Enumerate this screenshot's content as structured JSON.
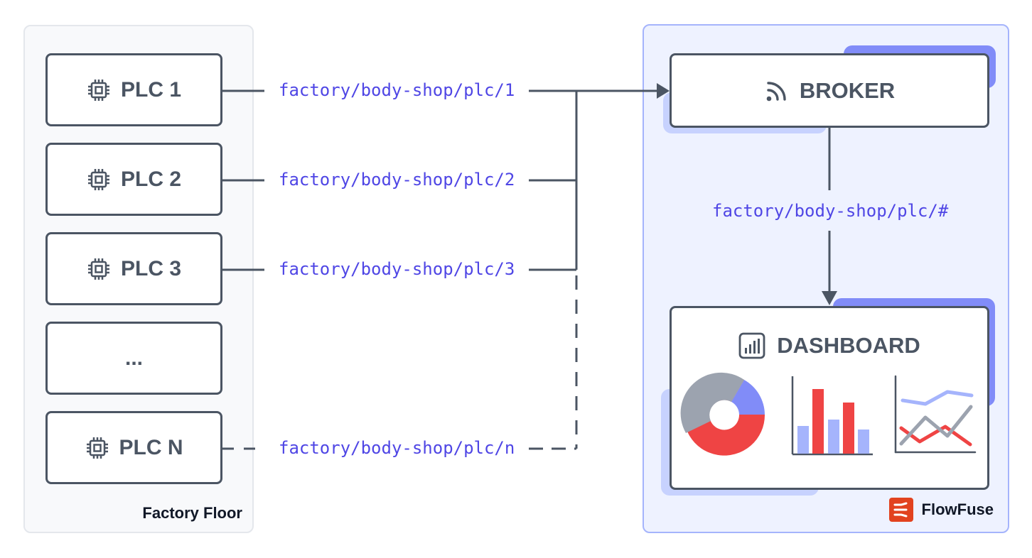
{
  "factory_floor": {
    "label": "Factory Floor",
    "plcs": [
      {
        "label": "PLC 1",
        "icon": "chip-icon"
      },
      {
        "label": "PLC 2",
        "icon": "chip-icon"
      },
      {
        "label": "PLC 3",
        "icon": "chip-icon"
      },
      {
        "label": "...",
        "icon": ""
      },
      {
        "label": "PLC N",
        "icon": "chip-icon"
      }
    ]
  },
  "topics": {
    "plc1": "factory/body-shop/plc/1",
    "plc2": "factory/body-shop/plc/2",
    "plc3": "factory/body-shop/plc/3",
    "plcn": "factory/body-shop/plc/n",
    "subscription": "factory/body-shop/plc/#"
  },
  "broker": {
    "label": "BROKER",
    "icon": "rss-feed-icon"
  },
  "dashboard": {
    "label": "DASHBOARD",
    "icon": "bar-chart-icon"
  },
  "brand": {
    "name": "FlowFuse",
    "icon": "flowfuse-logo-icon"
  },
  "colors": {
    "node_border": "#4b5563",
    "topic_text": "#4f46e5",
    "accent_indigo": "#818cf8",
    "accent_light": "#c7d2fe",
    "accent_red": "#ef4444",
    "gray": "#9ca3af",
    "brand_orange": "#e2421f"
  }
}
